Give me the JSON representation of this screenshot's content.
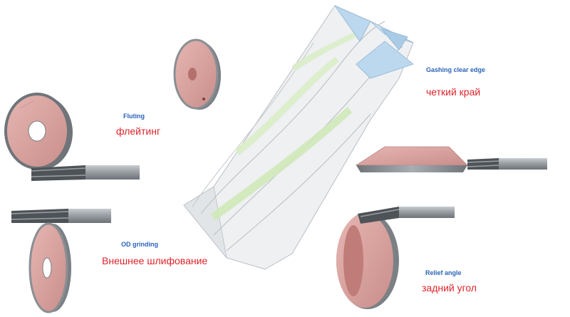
{
  "labels": {
    "fluting_en": "Fluting",
    "fluting_ru": "флейтинг",
    "gashing_en": "Gashing clear edge",
    "gashing_ru": "четкий край",
    "od_en": "OD grinding",
    "od_ru": "Внешнее шлифование",
    "relief_en": "Relief angle",
    "relief_ru": "задний угол"
  },
  "colors": {
    "wheel_pink": "#d9a3a0",
    "wheel_rim": "#8a8f94",
    "shank_gray": "#8d9297",
    "cutter_body": "#eef0f2",
    "flute_green": "#cfe8b8",
    "tip_blue": "#bcd8ee",
    "label_blue": "#2b63b8",
    "label_red": "#e0232a"
  },
  "icons": [
    "fluting-wheel-icon",
    "small-wheel-icon",
    "end-mill-icon",
    "cup-wheel-icon",
    "drill-icon",
    "od-wheel-icon",
    "relief-dish-wheel-icon"
  ]
}
